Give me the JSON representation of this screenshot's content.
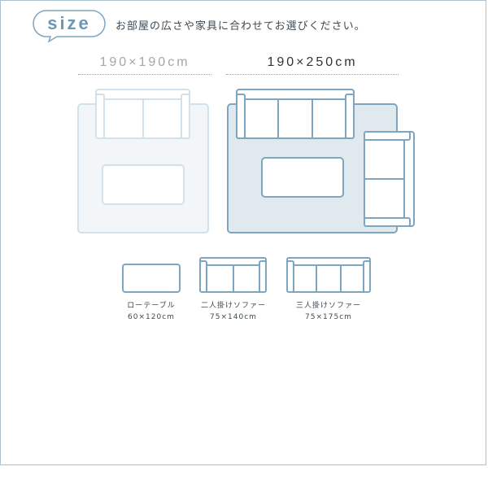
{
  "header": {
    "tag": "size",
    "title": "お部屋の広さや家具に合わせてお選びください。"
  },
  "rugs": [
    {
      "label": "190×190cm"
    },
    {
      "label": "190×250cm"
    }
  ],
  "furniture": [
    {
      "name": "ローテーブル",
      "size": "60×120cm"
    },
    {
      "name": "二人掛けソファー",
      "size": "75×140cm"
    },
    {
      "name": "三人掛けソファー",
      "size": "75×175cm"
    }
  ],
  "colors": {
    "accent": "#6b97b4",
    "rug_small_fill": "#f2f6f8",
    "rug_large_fill": "#e0e9ee",
    "outline": "#7ea6c0",
    "dots": "#d08a86"
  }
}
